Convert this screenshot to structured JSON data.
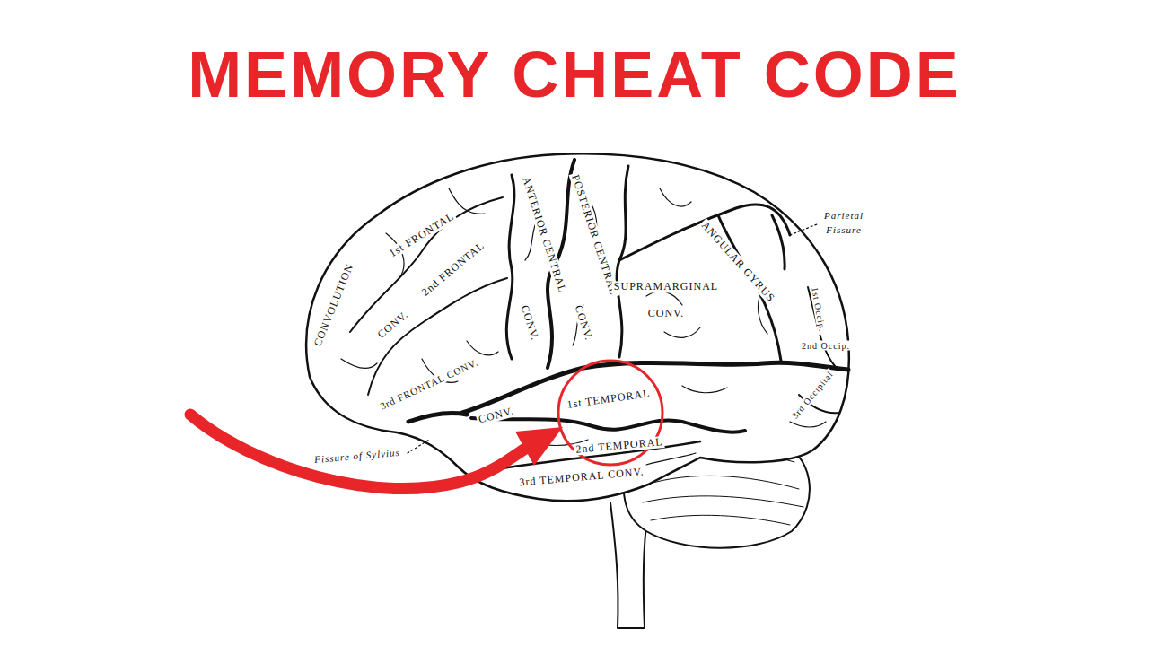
{
  "diagram": {
    "title": "MEMORY CHEAT CODE",
    "labels": [
      "1st FRONTAL",
      "CONVOLUTION",
      "2nd FRONTAL",
      "CONV.",
      "3rd FRONTAL CONV.",
      "ANTERIOR CENTRAL",
      "CONV.",
      "POSTERIOR CENTRAL",
      "CONV.",
      "SUPRAMARGINAL",
      "CONV.",
      "ANGULAR GYRUS",
      "Parietal",
      "Fissure",
      "1st Occip.",
      "2nd Occip.",
      "3rd Occipital",
      "1st TEMPORAL",
      "CONV.",
      "2nd TEMPORAL",
      "3rd TEMPORAL CONV.",
      "Fissure of Sylvius"
    ]
  }
}
